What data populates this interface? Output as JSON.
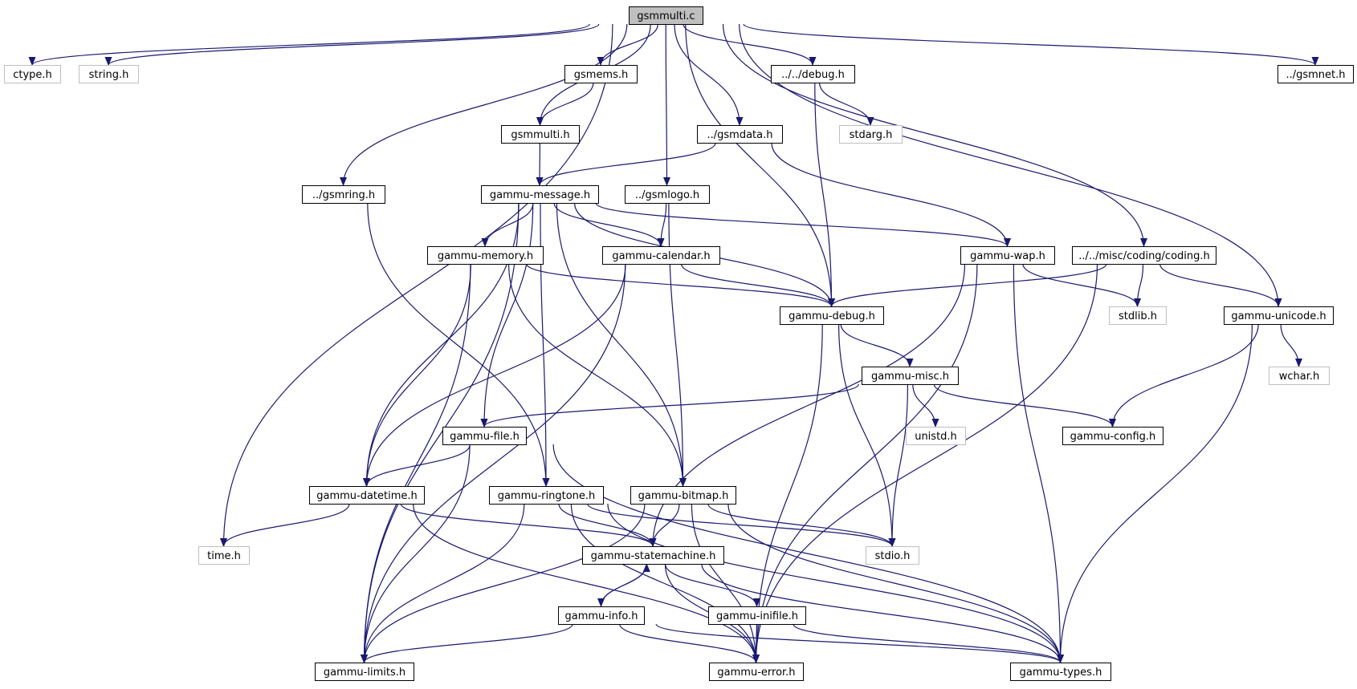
{
  "colors": {
    "edge": "#191970",
    "node_border": "#000000",
    "system_border": "#bfbfbf",
    "root_fill": "#bfbfbf",
    "fill": "#ffffff"
  },
  "nodes": [
    {
      "id": "gsmmulti_c",
      "label": "gsmmulti.c",
      "kind": "root"
    },
    {
      "id": "ctype_h",
      "label": "ctype.h",
      "kind": "system"
    },
    {
      "id": "string_h",
      "label": "string.h",
      "kind": "system"
    },
    {
      "id": "gsmems_h",
      "label": "gsmems.h",
      "kind": "local"
    },
    {
      "id": "debug_h",
      "label": "../../debug.h",
      "kind": "local"
    },
    {
      "id": "gsmnet_h",
      "label": "../gsmnet.h",
      "kind": "local"
    },
    {
      "id": "gsmmulti_h",
      "label": "gsmmulti.h",
      "kind": "local"
    },
    {
      "id": "gsmdata_h",
      "label": "../gsmdata.h",
      "kind": "local"
    },
    {
      "id": "stdarg_h",
      "label": "stdarg.h",
      "kind": "system"
    },
    {
      "id": "gsmring_h",
      "label": "../gsmring.h",
      "kind": "local"
    },
    {
      "id": "gammu_message_h",
      "label": "gammu-message.h",
      "kind": "local"
    },
    {
      "id": "gsmlogo_h",
      "label": "../gsmlogo.h",
      "kind": "local"
    },
    {
      "id": "gammu_memory_h",
      "label": "gammu-memory.h",
      "kind": "local"
    },
    {
      "id": "gammu_calendar_h",
      "label": "gammu-calendar.h",
      "kind": "local"
    },
    {
      "id": "gammu_wap_h",
      "label": "gammu-wap.h",
      "kind": "local"
    },
    {
      "id": "coding_h",
      "label": "../../misc/coding/coding.h",
      "kind": "local"
    },
    {
      "id": "gammu_debug_h",
      "label": "gammu-debug.h",
      "kind": "local"
    },
    {
      "id": "stdlib_h",
      "label": "stdlib.h",
      "kind": "system"
    },
    {
      "id": "gammu_unicode_h",
      "label": "gammu-unicode.h",
      "kind": "local"
    },
    {
      "id": "gammu_misc_h",
      "label": "gammu-misc.h",
      "kind": "local"
    },
    {
      "id": "wchar_h",
      "label": "wchar.h",
      "kind": "system"
    },
    {
      "id": "gammu_file_h",
      "label": "gammu-file.h",
      "kind": "local"
    },
    {
      "id": "unistd_h",
      "label": "unistd.h",
      "kind": "system"
    },
    {
      "id": "gammu_config_h",
      "label": "gammu-config.h",
      "kind": "local"
    },
    {
      "id": "gammu_datetime_h",
      "label": "gammu-datetime.h",
      "kind": "local"
    },
    {
      "id": "gammu_ringtone_h",
      "label": "gammu-ringtone.h",
      "kind": "local"
    },
    {
      "id": "gammu_bitmap_h",
      "label": "gammu-bitmap.h",
      "kind": "local"
    },
    {
      "id": "time_h",
      "label": "time.h",
      "kind": "system"
    },
    {
      "id": "gammu_statemachine_h",
      "label": "gammu-statemachine.h",
      "kind": "local"
    },
    {
      "id": "stdio_h",
      "label": "stdio.h",
      "kind": "system"
    },
    {
      "id": "gammu_info_h",
      "label": "gammu-info.h",
      "kind": "local"
    },
    {
      "id": "gammu_inifile_h",
      "label": "gammu-inifile.h",
      "kind": "local"
    },
    {
      "id": "gammu_limits_h",
      "label": "gammu-limits.h",
      "kind": "local"
    },
    {
      "id": "gammu_error_h",
      "label": "gammu-error.h",
      "kind": "local"
    },
    {
      "id": "gammu_types_h",
      "label": "gammu-types.h",
      "kind": "local"
    }
  ],
  "edges": [
    [
      "gsmmulti_c",
      "ctype_h"
    ],
    [
      "gsmmulti_c",
      "string_h"
    ],
    [
      "gsmmulti_c",
      "gsmems_h"
    ],
    [
      "gsmmulti_c",
      "debug_h"
    ],
    [
      "gsmmulti_c",
      "gsmnet_h"
    ],
    [
      "gsmmulti_c",
      "gsmmulti_h"
    ],
    [
      "gsmmulti_c",
      "gsmdata_h"
    ],
    [
      "gsmmulti_c",
      "gsmring_h"
    ],
    [
      "gsmmulti_c",
      "gsmlogo_h"
    ],
    [
      "gsmmulti_c",
      "time_h"
    ],
    [
      "gsmmulti_c",
      "gammu_debug_h"
    ],
    [
      "gsmmulti_c",
      "coding_h"
    ],
    [
      "gsmmulti_c",
      "gammu_unicode_h"
    ],
    [
      "gsmems_h",
      "gsmmulti_h"
    ],
    [
      "gsmmulti_h",
      "gammu_message_h"
    ],
    [
      "debug_h",
      "stdarg_h"
    ],
    [
      "debug_h",
      "gammu_debug_h"
    ],
    [
      "gsmdata_h",
      "gammu_message_h"
    ],
    [
      "gsmdata_h",
      "gammu_wap_h"
    ],
    [
      "gsmring_h",
      "gammu_ringtone_h"
    ],
    [
      "gsmlogo_h",
      "gammu_calendar_h"
    ],
    [
      "gsmlogo_h",
      "gammu_bitmap_h"
    ],
    [
      "gammu_message_h",
      "gammu_limits_h"
    ],
    [
      "gammu_message_h",
      "gammu_datetime_h"
    ],
    [
      "gammu_message_h",
      "gammu_file_h"
    ],
    [
      "gammu_message_h",
      "gammu_ringtone_h"
    ],
    [
      "gammu_message_h",
      "gammu_memory_h"
    ],
    [
      "gammu_message_h",
      "gammu_bitmap_h"
    ],
    [
      "gammu_message_h",
      "gammu_calendar_h"
    ],
    [
      "gammu_message_h",
      "gammu_debug_h"
    ],
    [
      "gammu_message_h",
      "gammu_wap_h"
    ],
    [
      "gammu_memory_h",
      "gammu_limits_h"
    ],
    [
      "gammu_memory_h",
      "gammu_datetime_h"
    ],
    [
      "gammu_memory_h",
      "gammu_bitmap_h"
    ],
    [
      "gammu_memory_h",
      "gammu_debug_h"
    ],
    [
      "gammu_calendar_h",
      "gammu_limits_h"
    ],
    [
      "gammu_calendar_h",
      "gammu_datetime_h"
    ],
    [
      "gammu_calendar_h",
      "gammu_debug_h"
    ],
    [
      "gammu_wap_h",
      "gammu_statemachine_h"
    ],
    [
      "gammu_wap_h",
      "gammu_error_h"
    ],
    [
      "gammu_wap_h",
      "stdlib_h"
    ],
    [
      "gammu_wap_h",
      "gammu_types_h"
    ],
    [
      "coding_h",
      "gammu_debug_h"
    ],
    [
      "coding_h",
      "stdlib_h"
    ],
    [
      "coding_h",
      "gammu_unicode_h"
    ],
    [
      "coding_h",
      "gammu_error_h"
    ],
    [
      "gammu_debug_h",
      "gammu_misc_h"
    ],
    [
      "gammu_debug_h",
      "stdio_h"
    ],
    [
      "gammu_debug_h",
      "gammu_error_h"
    ],
    [
      "gammu_unicode_h",
      "wchar_h"
    ],
    [
      "gammu_unicode_h",
      "gammu_config_h"
    ],
    [
      "gammu_unicode_h",
      "gammu_types_h"
    ],
    [
      "gammu_misc_h",
      "gammu_file_h"
    ],
    [
      "gammu_misc_h",
      "unistd_h"
    ],
    [
      "gammu_misc_h",
      "stdio_h"
    ],
    [
      "gammu_misc_h",
      "gammu_config_h"
    ],
    [
      "gammu_file_h",
      "gammu_datetime_h"
    ],
    [
      "gammu_file_h",
      "gammu_limits_h"
    ],
    [
      "gammu_file_h",
      "gammu_types_h"
    ],
    [
      "gammu_datetime_h",
      "time_h"
    ],
    [
      "gammu_datetime_h",
      "gammu_statemachine_h"
    ],
    [
      "gammu_datetime_h",
      "gammu_error_h"
    ],
    [
      "gammu_ringtone_h",
      "gammu_limits_h"
    ],
    [
      "gammu_ringtone_h",
      "gammu_statemachine_h"
    ],
    [
      "gammu_ringtone_h",
      "gammu_error_h"
    ],
    [
      "gammu_ringtone_h",
      "stdio_h"
    ],
    [
      "gammu_ringtone_h",
      "gammu_types_h"
    ],
    [
      "gammu_bitmap_h",
      "gammu_limits_h"
    ],
    [
      "gammu_bitmap_h",
      "gammu_statemachine_h"
    ],
    [
      "gammu_bitmap_h",
      "gammu_error_h"
    ],
    [
      "gammu_bitmap_h",
      "stdio_h"
    ],
    [
      "gammu_bitmap_h",
      "gammu_types_h"
    ],
    [
      "gammu_statemachine_h",
      "gammu_info_h"
    ],
    [
      "gammu_statemachine_h",
      "gammu_inifile_h"
    ],
    [
      "gammu_statemachine_h",
      "gammu_error_h"
    ],
    [
      "gammu_statemachine_h",
      "gammu_types_h"
    ],
    [
      "gammu_info_h",
      "gammu_statemachine_h"
    ],
    [
      "gammu_info_h",
      "gammu_limits_h"
    ],
    [
      "gammu_info_h",
      "gammu_error_h"
    ],
    [
      "gammu_info_h",
      "gammu_types_h"
    ],
    [
      "gammu_inifile_h",
      "gammu_error_h"
    ],
    [
      "gammu_inifile_h",
      "gammu_types_h"
    ]
  ]
}
